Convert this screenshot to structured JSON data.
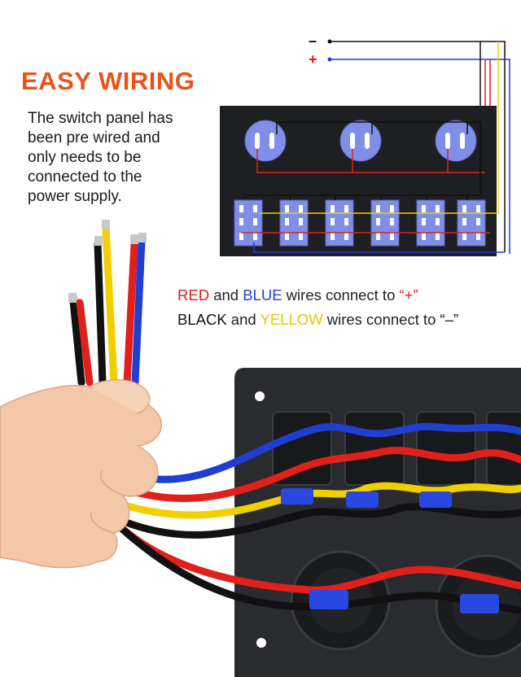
{
  "heading": {
    "text": "EASY WIRING"
  },
  "description": {
    "lines": [
      "The switch panel has",
      "been pre wired and",
      "only needs to be",
      "connected to the",
      "power supply."
    ]
  },
  "terminals": {
    "negative": "–",
    "positive": "+"
  },
  "rules": {
    "line1": {
      "red": "RED",
      "and": " and ",
      "blue": "BLUE",
      "rest": " wires connect to ",
      "symbol": "“+”"
    },
    "line2": {
      "black": "BLACK",
      "and": " and ",
      "yellow": "YELLOW",
      "rest": " wires connect to ",
      "symbol": "“–”"
    }
  },
  "colors": {
    "heading": "#e8541a",
    "red": "#e0201b",
    "blue": "#1f3fd0",
    "yellow": "#f0d000",
    "black": "#111111",
    "panel": "#1e1f22",
    "switch_face": "#7f8ee6"
  }
}
